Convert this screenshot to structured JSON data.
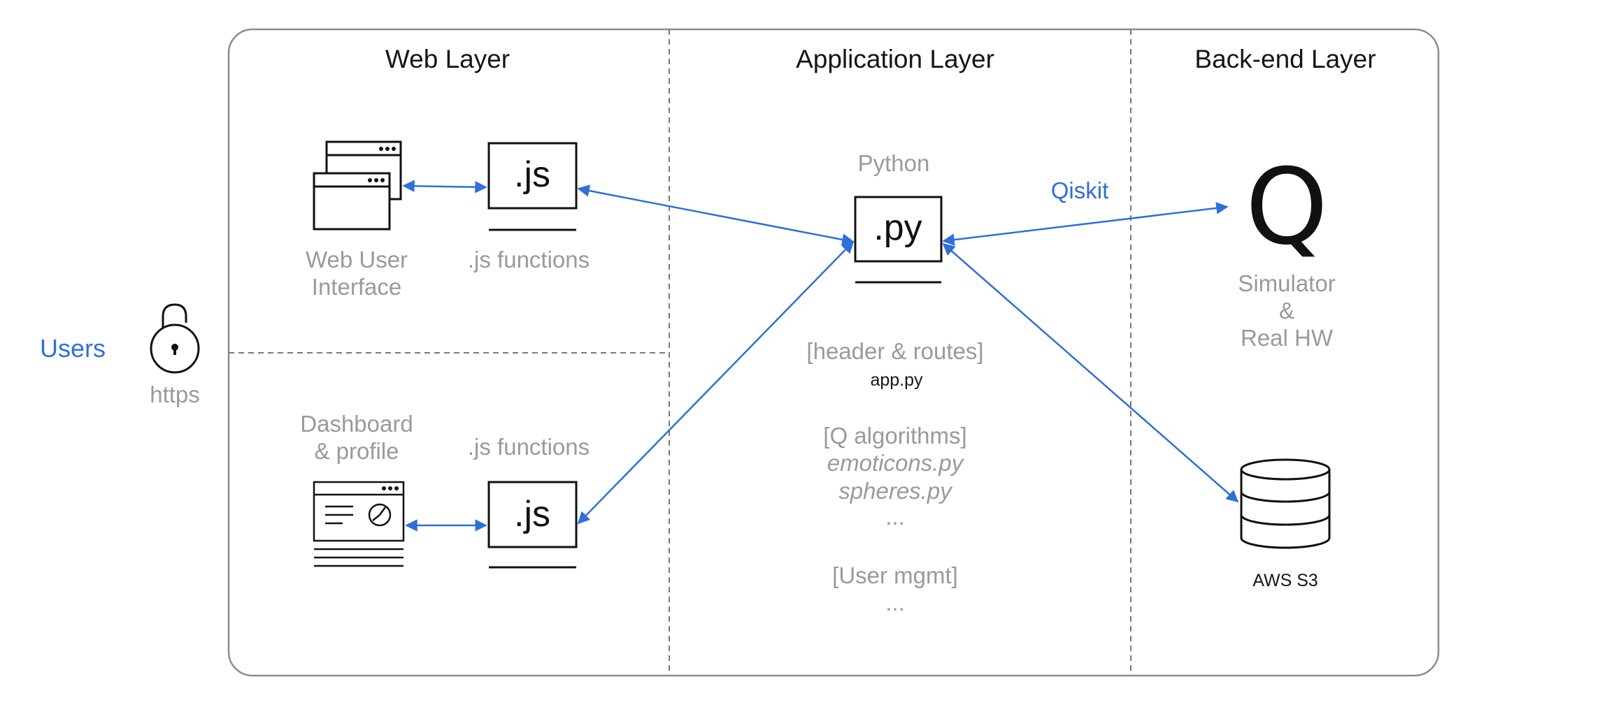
{
  "layers": {
    "web": "Web Layer",
    "application": "Application Layer",
    "backend": "Back-end Layer"
  },
  "users": {
    "label": "Users",
    "protocol": "https",
    "icon": "unlocked-padlock-icon"
  },
  "web_layer": {
    "web_ui": {
      "label": "Web User\nInterface",
      "icon": "browser-windows-icon"
    },
    "web_ui_js": {
      "badge": ".js",
      "label": ".js functions"
    },
    "dashboard": {
      "label": "Dashboard\n& profile",
      "icon": "dashboard-window-icon"
    },
    "dashboard_js": {
      "badge": ".js",
      "label": ".js functions"
    }
  },
  "app_layer": {
    "language": "Python",
    "badge": ".py",
    "header_routes": "[header & routes]",
    "app_file": "app.py",
    "q_algorithms": "[Q algorithms]",
    "files": [
      "emoticons.py",
      "spheres.py"
    ],
    "ellipsis_1": "...",
    "user_mgmt": "[User mgmt]",
    "ellipsis_2": "..."
  },
  "backend_layer": {
    "sdk_label": "Qiskit",
    "q_symbol": "Q",
    "simulator_label": "Simulator\n&\nReal HW",
    "storage_label": "AWS S3",
    "storage_icon": "database-icon"
  },
  "colors": {
    "arrow": "#2f6fd8",
    "label_gray": "#9a9a9a",
    "accent_blue": "#2f6fd8",
    "frame": "#8c8c8c"
  }
}
